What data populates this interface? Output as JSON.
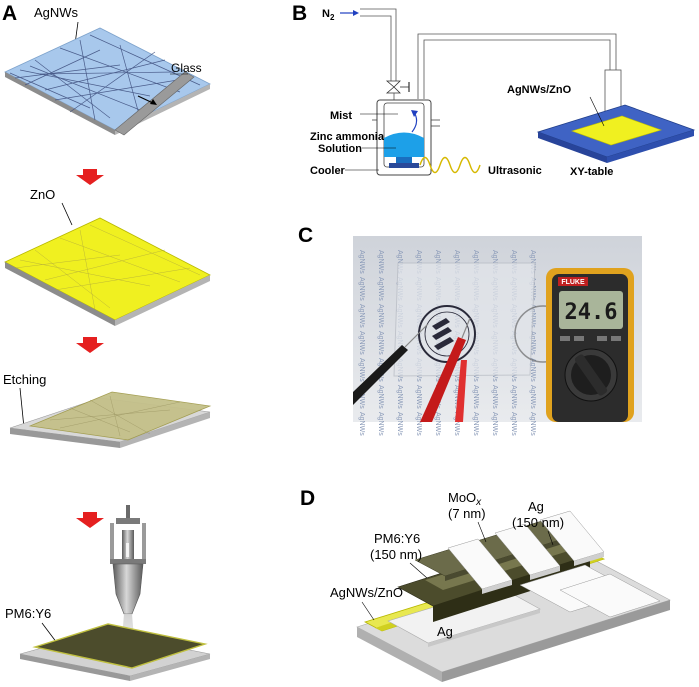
{
  "panels": {
    "A": {
      "letter": "A",
      "labels": {
        "agnws": "AgNWs",
        "glass": "Glass",
        "zno": "ZnO",
        "etching": "Etching",
        "pm6y6": "PM6:Y6"
      }
    },
    "B": {
      "letter": "B",
      "labels": {
        "n2_main": "N",
        "n2_sub": "2",
        "mist": "Mist",
        "zinc_ammonia": "Zinc ammonia",
        "solution": "Solution",
        "cooler": "Cooler",
        "ultrasonic": "Ultrasonic",
        "agnws_zno": "AgNWs/ZnO",
        "xy_table": "XY-table"
      }
    },
    "C": {
      "letter": "C",
      "watermark": "AgNWs",
      "meter_reading": "24.6",
      "meter_brand": "FLUKE"
    },
    "D": {
      "letter": "D",
      "labels": {
        "moox_main": "MoO",
        "moox_sub": "x",
        "moox_thickness": "(7 nm)",
        "ag_top": "Ag",
        "ag_top_thickness": "(150 nm)",
        "pm6y6": "PM6:Y6",
        "pm6y6_thickness": "(150 nm)",
        "agnws_zno": "AgNWs/ZnO",
        "ag_bottom": "Ag"
      }
    }
  },
  "colors": {
    "agnw_film": "#a8c8ec",
    "zno_film": "#f0f020",
    "active_layer": "#4c4c2c",
    "substrate": "#c8c8c8",
    "arrow": "#e52020",
    "xy_table": "#3f63c4",
    "solution": "#1da0e8"
  }
}
